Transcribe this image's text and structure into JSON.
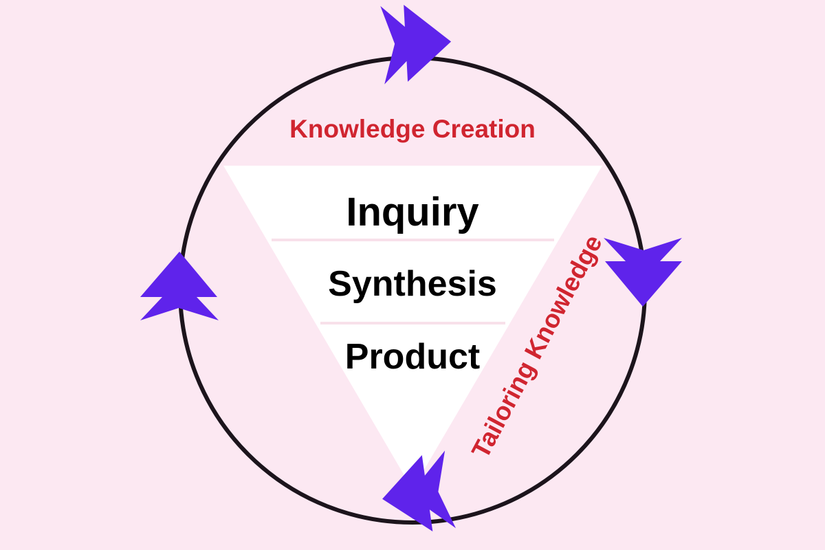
{
  "labels": {
    "knowledge_creation": "Knowledge Creation",
    "tailoring_knowledge": "Tailoring Knowledge"
  },
  "levels": [
    "Inquiry",
    "Synthesis",
    "Product"
  ],
  "colors": {
    "background": "#fce8f2",
    "circle": "#1c141c",
    "triangle": "#ffffff",
    "divider": "#f8e0ea",
    "red_label": "#d02530",
    "level_text": "#000000",
    "arrow": "#5f23eb"
  },
  "arrows": [
    {
      "icon": "double-arrow-right-icon",
      "direction": "clockwise"
    },
    {
      "icon": "double-arrow-down-icon",
      "direction": "clockwise"
    },
    {
      "icon": "double-arrow-left-icon",
      "direction": "clockwise"
    },
    {
      "icon": "double-arrow-up-icon",
      "direction": "clockwise"
    }
  ]
}
